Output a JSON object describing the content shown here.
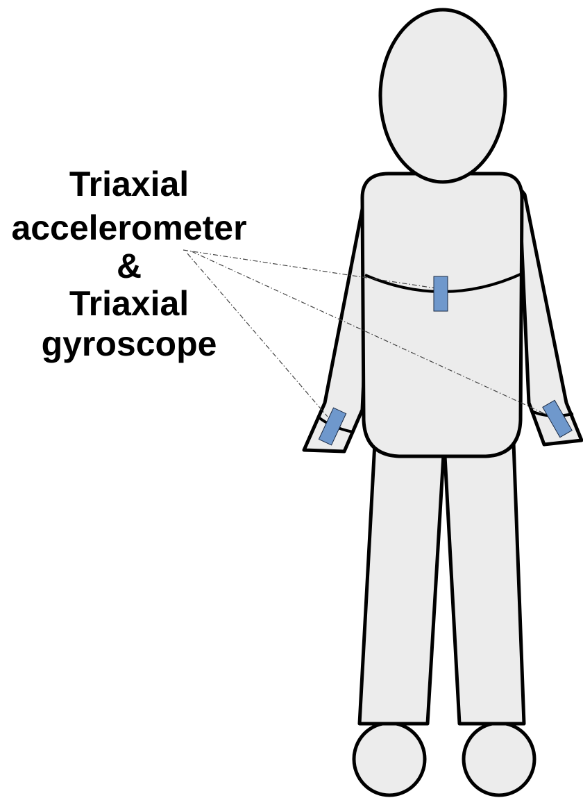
{
  "label": {
    "lines": [
      "Triaxial",
      "accelerometer",
      "&",
      "Triaxial",
      "gyroscope"
    ]
  },
  "colors": {
    "body_fill": "#ececec",
    "outline": "#000000",
    "sensor_fill": "#6f98cc",
    "leader_line": "#444444",
    "background": "#ffffff"
  },
  "sensors": [
    {
      "name": "chest-sensor"
    },
    {
      "name": "left-wrist-sensor"
    },
    {
      "name": "right-wrist-sensor"
    }
  ]
}
